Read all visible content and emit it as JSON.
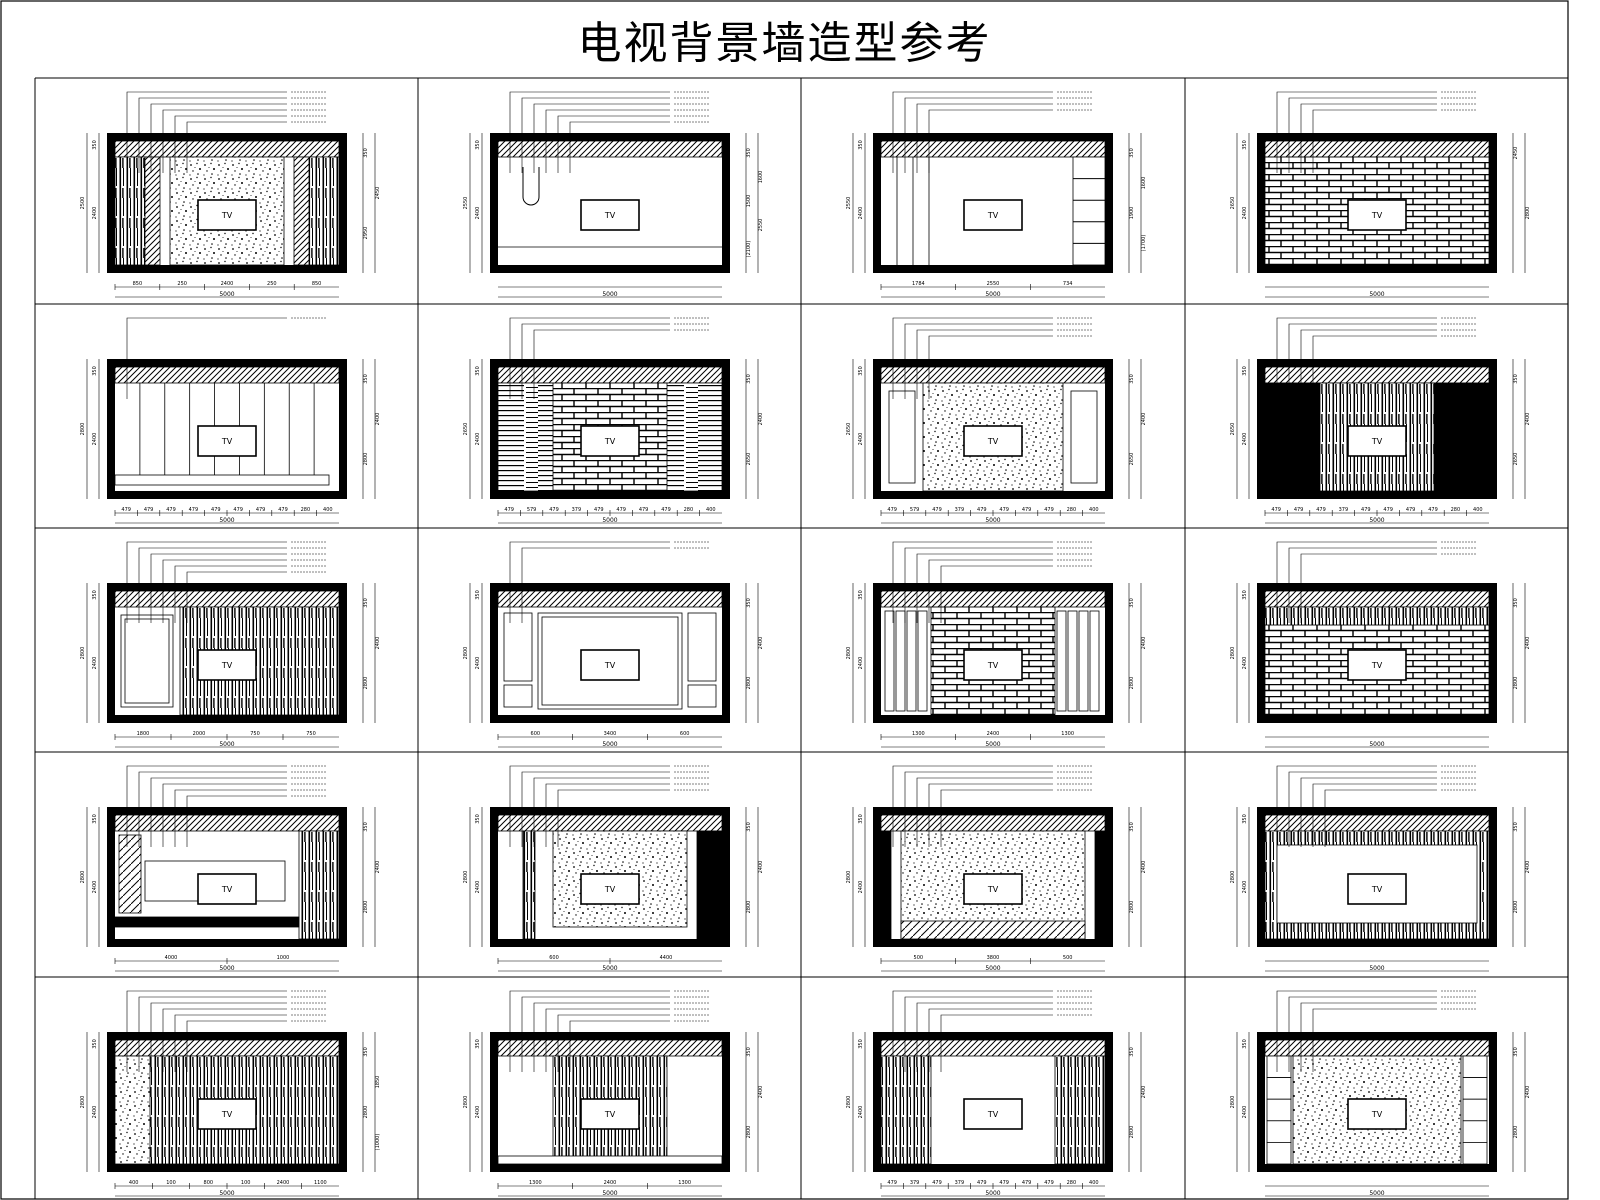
{
  "sheet": {
    "title": "电视背景墙造型参考",
    "tv_label": "TV"
  },
  "panels": [
    {
      "row": 0,
      "col": 0,
      "style": "stone-center-carved-sides",
      "left": [
        "350",
        "2400",
        "2500"
      ],
      "right": [
        "350",
        "2450",
        "2950"
      ],
      "dims": [
        "850",
        "250",
        "2400",
        "250",
        "850"
      ],
      "total": "5000",
      "notes": 6
    },
    {
      "row": 0,
      "col": 1,
      "style": "plain-curve",
      "left": [
        "350",
        "2400",
        "2550"
      ],
      "right": [
        "350",
        "1600",
        "1500",
        "2550",
        "(2100)"
      ],
      "dims": [],
      "total": "5000",
      "notes": 6
    },
    {
      "row": 0,
      "col": 2,
      "style": "panels-shelf",
      "left": [
        "350",
        "2400",
        "2550"
      ],
      "right": [
        "350",
        "1600",
        "1900",
        "(1700)"
      ],
      "dims": [
        "1784",
        "2550",
        "734"
      ],
      "total": "5000",
      "notes": 4
    },
    {
      "row": 0,
      "col": 3,
      "style": "brick-full",
      "left": [
        "350",
        "2400",
        "2650"
      ],
      "right": [
        "2450",
        "2800"
      ],
      "dims": [],
      "total": "5000",
      "notes": 4
    },
    {
      "row": 1,
      "col": 0,
      "style": "vertical-panels",
      "left": [
        "350",
        "2400",
        "2800"
      ],
      "right": [
        "350",
        "2400",
        "2800"
      ],
      "dims": [
        "479",
        "479",
        "479",
        "479",
        "479",
        "479",
        "479",
        "479",
        "280",
        "400"
      ],
      "total": "5000",
      "notes": 1
    },
    {
      "row": 1,
      "col": 1,
      "style": "brick-center-wood",
      "left": [
        "350",
        "2400",
        "2650"
      ],
      "right": [
        "350",
        "2400",
        "2650"
      ],
      "dims": [
        "479",
        "579",
        "479",
        "379",
        "479",
        "479",
        "479",
        "479",
        "280",
        "400"
      ],
      "total": "5000",
      "notes": 3
    },
    {
      "row": 1,
      "col": 2,
      "style": "stone-center-frames",
      "left": [
        "350",
        "2400",
        "2650"
      ],
      "right": [
        "350",
        "2400",
        "2650"
      ],
      "dims": [
        "479",
        "579",
        "479",
        "379",
        "479",
        "479",
        "479",
        "479",
        "280",
        "400"
      ],
      "total": "5000",
      "notes": 4
    },
    {
      "row": 1,
      "col": 3,
      "style": "dark-sides-wood",
      "left": [
        "350",
        "2400",
        "2650"
      ],
      "right": [
        "350",
        "2400",
        "2650"
      ],
      "dims": [
        "479",
        "479",
        "479",
        "379",
        "479",
        "479",
        "479",
        "479",
        "280",
        "400"
      ],
      "total": "5000",
      "notes": 4
    },
    {
      "row": 2,
      "col": 0,
      "style": "framed-left-wood",
      "left": [
        "350",
        "2400",
        "2800"
      ],
      "right": [
        "350",
        "2400",
        "2800"
      ],
      "dims": [
        "1800",
        "2000",
        "750",
        "750"
      ],
      "total": "5000",
      "notes": 6
    },
    {
      "row": 2,
      "col": 1,
      "style": "frames-large",
      "left": [
        "350",
        "2400",
        "2800"
      ],
      "right": [
        "350",
        "2400",
        "2800"
      ],
      "dims": [
        "600",
        "3400",
        "600"
      ],
      "total": "5000",
      "notes": 2
    },
    {
      "row": 2,
      "col": 2,
      "style": "brick-grid-sides",
      "left": [
        "350",
        "2400",
        "2800"
      ],
      "right": [
        "350",
        "2400",
        "2800"
      ],
      "dims": [
        "1300",
        "2400",
        "1300"
      ],
      "total": "5000",
      "notes": 5
    },
    {
      "row": 2,
      "col": 3,
      "style": "brick-wood-top",
      "left": [
        "350",
        "2400",
        "2800"
      ],
      "right": [
        "350",
        "2400",
        "2800"
      ],
      "dims": [],
      "total": "5000",
      "notes": 3
    },
    {
      "row": 3,
      "col": 0,
      "style": "cabinet-wood-right",
      "left": [
        "350",
        "2400",
        "2800"
      ],
      "right": [
        "350",
        "2400",
        "2800"
      ],
      "dims": [
        "4000",
        "1000"
      ],
      "total": "5000",
      "notes": 6
    },
    {
      "row": 3,
      "col": 1,
      "style": "stone-dark-right",
      "left": [
        "350",
        "2400",
        "2800"
      ],
      "right": [
        "350",
        "2400",
        "2800"
      ],
      "dims": [
        "600",
        "4400"
      ],
      "total": "5000",
      "notes": 5
    },
    {
      "row": 3,
      "col": 2,
      "style": "stone-hatched-floor",
      "left": [
        "350",
        "2400",
        "2800"
      ],
      "right": [
        "350",
        "2400",
        "2800"
      ],
      "dims": [
        "500",
        "3800",
        "500"
      ],
      "total": "5000",
      "notes": 5
    },
    {
      "row": 3,
      "col": 3,
      "style": "wood-frame-border",
      "left": [
        "350",
        "2400",
        "2800"
      ],
      "right": [
        "350",
        "2400",
        "2800"
      ],
      "dims": [],
      "total": "5000",
      "notes": 5
    },
    {
      "row": 4,
      "col": 0,
      "style": "stone-left-wood",
      "left": [
        "350",
        "2400",
        "2800"
      ],
      "right": [
        "350",
        "1850",
        "2800",
        "(1000)"
      ],
      "dims": [
        "400",
        "100",
        "800",
        "100",
        "2400",
        "1100"
      ],
      "total": "5000",
      "notes": 6
    },
    {
      "row": 4,
      "col": 1,
      "style": "wood-center",
      "left": [
        "350",
        "2400",
        "2800"
      ],
      "right": [
        "350",
        "2400",
        "2800"
      ],
      "dims": [
        "1300",
        "2400",
        "1300"
      ],
      "total": "5000",
      "notes": 6
    },
    {
      "row": 4,
      "col": 2,
      "style": "wood-sides-plain",
      "left": [
        "350",
        "2400",
        "2800"
      ],
      "right": [
        "350",
        "2400",
        "2800"
      ],
      "dims": [
        "479",
        "379",
        "479",
        "379",
        "479",
        "479",
        "479",
        "479",
        "280",
        "400"
      ],
      "total": "5000",
      "notes": 5
    },
    {
      "row": 4,
      "col": 3,
      "style": "stone-grid-sides",
      "left": [
        "350",
        "2400",
        "2800"
      ],
      "right": [
        "350",
        "2400",
        "2800"
      ],
      "dims": [],
      "total": "5000",
      "notes": 4
    }
  ]
}
